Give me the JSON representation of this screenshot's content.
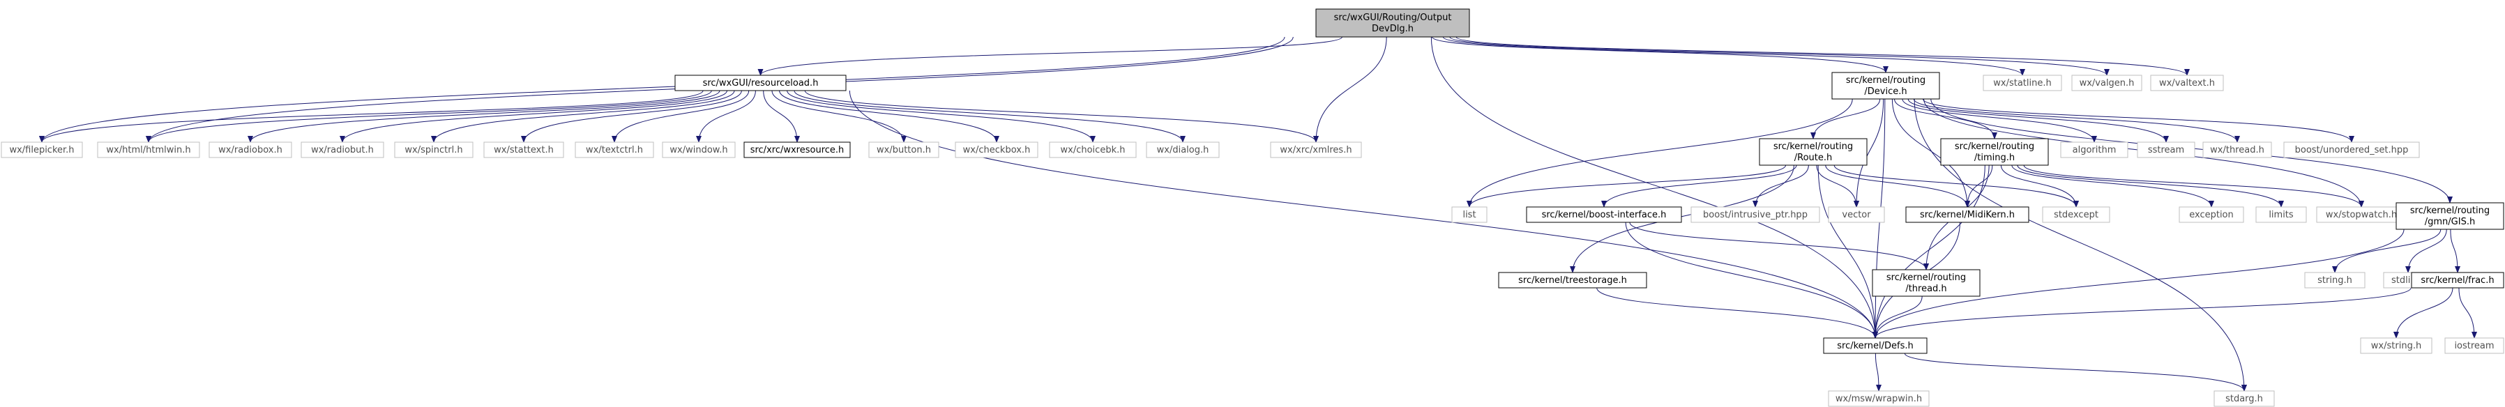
{
  "graph": {
    "colors": {
      "edge": "#191970",
      "root_fill": "#bfbfbf",
      "box_border": "#000000",
      "external_border": "#bfbfbf",
      "external_text": "#505050",
      "text": "#000000"
    },
    "nodes": [
      {
        "id": "root",
        "lines": [
          "src/wxGUI/Routing/Output",
          "DevDlg.h"
        ],
        "style": "root"
      },
      {
        "id": "resourceload",
        "lines": [
          "src/wxGUI/resourceload.h"
        ],
        "style": "doc"
      },
      {
        "id": "device",
        "lines": [
          "src/kernel/routing",
          "/Device.h"
        ],
        "style": "doc"
      },
      {
        "id": "statline",
        "lines": [
          "wx/statline.h"
        ],
        "style": "external"
      },
      {
        "id": "valgen",
        "lines": [
          "wx/valgen.h"
        ],
        "style": "external"
      },
      {
        "id": "valtext",
        "lines": [
          "wx/valtext.h"
        ],
        "style": "external"
      },
      {
        "id": "filepicker",
        "lines": [
          "wx/filepicker.h"
        ],
        "style": "external"
      },
      {
        "id": "htmlwin",
        "lines": [
          "wx/html/htmlwin.h"
        ],
        "style": "external"
      },
      {
        "id": "radiobox",
        "lines": [
          "wx/radiobox.h"
        ],
        "style": "external"
      },
      {
        "id": "radiobut",
        "lines": [
          "wx/radiobut.h"
        ],
        "style": "external"
      },
      {
        "id": "spinctrl",
        "lines": [
          "wx/spinctrl.h"
        ],
        "style": "external"
      },
      {
        "id": "stattext",
        "lines": [
          "wx/stattext.h"
        ],
        "style": "external"
      },
      {
        "id": "textctrl",
        "lines": [
          "wx/textctrl.h"
        ],
        "style": "external"
      },
      {
        "id": "window",
        "lines": [
          "wx/window.h"
        ],
        "style": "external"
      },
      {
        "id": "wxresource",
        "lines": [
          "src/xrc/wxresource.h"
        ],
        "style": "doc"
      },
      {
        "id": "button",
        "lines": [
          "wx/button.h"
        ],
        "style": "external"
      },
      {
        "id": "checkbox",
        "lines": [
          "wx/checkbox.h"
        ],
        "style": "external"
      },
      {
        "id": "choicebk",
        "lines": [
          "wx/choicebk.h"
        ],
        "style": "external"
      },
      {
        "id": "dialog",
        "lines": [
          "wx/dialog.h"
        ],
        "style": "external"
      },
      {
        "id": "xmlres",
        "lines": [
          "wx/xrc/xmlres.h"
        ],
        "style": "external"
      },
      {
        "id": "route",
        "lines": [
          "src/kernel/routing",
          "/Route.h"
        ],
        "style": "doc"
      },
      {
        "id": "timing",
        "lines": [
          "src/kernel/routing",
          "/timing.h"
        ],
        "style": "doc"
      },
      {
        "id": "algorithm",
        "lines": [
          "algorithm"
        ],
        "style": "external"
      },
      {
        "id": "sstream",
        "lines": [
          "sstream"
        ],
        "style": "external"
      },
      {
        "id": "thread",
        "lines": [
          "wx/thread.h"
        ],
        "style": "external"
      },
      {
        "id": "unordered",
        "lines": [
          "boost/unordered_set.hpp"
        ],
        "style": "external"
      },
      {
        "id": "list",
        "lines": [
          "list"
        ],
        "style": "external"
      },
      {
        "id": "boostif",
        "lines": [
          "src/kernel/boost-interface.h"
        ],
        "style": "doc"
      },
      {
        "id": "intrusive",
        "lines": [
          "boost/intrusive_ptr.hpp"
        ],
        "style": "external"
      },
      {
        "id": "vector",
        "lines": [
          "vector"
        ],
        "style": "external"
      },
      {
        "id": "midikern",
        "lines": [
          "src/kernel/MidiKern.h"
        ],
        "style": "doc"
      },
      {
        "id": "stdexcept",
        "lines": [
          "stdexcept"
        ],
        "style": "external"
      },
      {
        "id": "exception",
        "lines": [
          "exception"
        ],
        "style": "external"
      },
      {
        "id": "limits",
        "lines": [
          "limits"
        ],
        "style": "external"
      },
      {
        "id": "stopwatch",
        "lines": [
          "wx/stopwatch.h"
        ],
        "style": "external"
      },
      {
        "id": "gis",
        "lines": [
          "src/kernel/routing",
          "/gmn/GIS.h"
        ],
        "style": "doc"
      },
      {
        "id": "treestorage",
        "lines": [
          "src/kernel/treestorage.h"
        ],
        "style": "doc"
      },
      {
        "id": "rthread",
        "lines": [
          "src/kernel/routing",
          "/thread.h"
        ],
        "style": "doc"
      },
      {
        "id": "stringh",
        "lines": [
          "string.h"
        ],
        "style": "external"
      },
      {
        "id": "stdlib",
        "lines": [
          "stdlib.h"
        ],
        "style": "external"
      },
      {
        "id": "frac",
        "lines": [
          "src/kernel/frac.h"
        ],
        "style": "doc"
      },
      {
        "id": "defs",
        "lines": [
          "src/kernel/Defs.h"
        ],
        "style": "doc"
      },
      {
        "id": "wxstring",
        "lines": [
          "wx/string.h"
        ],
        "style": "external"
      },
      {
        "id": "iostream",
        "lines": [
          "iostream"
        ],
        "style": "external"
      },
      {
        "id": "wrapwin",
        "lines": [
          "wx/msw/wrapwin.h"
        ],
        "style": "external"
      },
      {
        "id": "stdarg",
        "lines": [
          "stdarg.h"
        ],
        "style": "external"
      }
    ]
  }
}
